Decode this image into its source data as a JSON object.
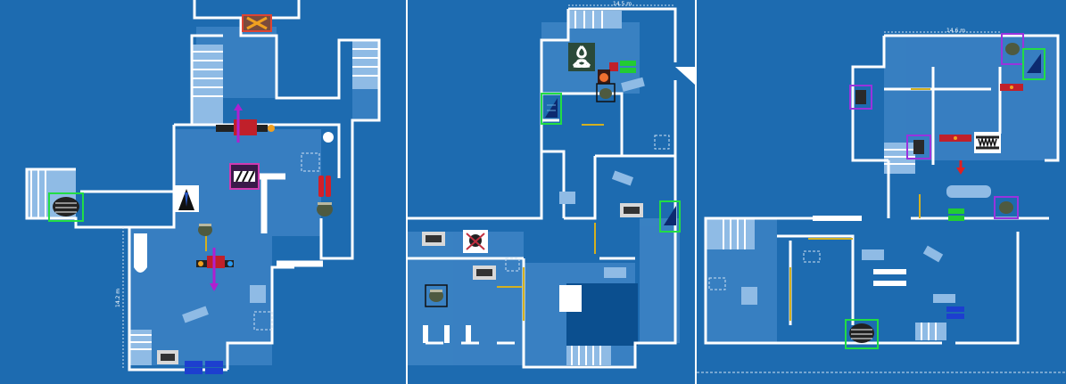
{
  "floors": [
    {
      "name": "left-floor",
      "scale_label": "14.2 m",
      "icons": [
        "enemy-icon-red-barrier",
        "enemy-icon-stairs-gear",
        "operator-icon-suit",
        "operator-icon-smoke-grenade",
        "objective-icon-pink-barricade",
        "gadget-icon-red-twin-canisters",
        "gadget-icon-pot",
        "gadget-icon-small-red-barrier",
        "deployable-shield-icon",
        "gadget-icon-blue-batteries",
        "gadget-icon-black-battery-pack"
      ]
    },
    {
      "name": "middle-floor",
      "scale_label": "14.5 m",
      "icons": [
        "operator-icon-celtic-knot",
        "gadget-icon-green-batteries",
        "gadget-icon-explosive",
        "gadget-icon-dark-pot",
        "operator-icon-blue-boat",
        "deployable-shield-icon",
        "operator-icon-skull-badge",
        "gadget-icon-pot"
      ]
    },
    {
      "name": "right-floor",
      "scale_label": "14.6 m",
      "icons": [
        "gadget-icon-purple-device",
        "operator-icon-blue-boat",
        "gadget-icon-dark-pot",
        "gadget-icon-red-barrier",
        "operator-icon-fangs",
        "gadget-icon-green-batteries",
        "gadget-icon-blue-batteries",
        "gadget-icon-black-battery-pack",
        "gadget-icon-down-arrow"
      ]
    }
  ],
  "colors": {
    "blueprint": "#1d6bb0",
    "wall": "#ffffff",
    "floor_light": "#4d8fcf",
    "door": "#d4b020",
    "highlight_green": "#22dd44",
    "highlight_purple": "#9933dd"
  }
}
